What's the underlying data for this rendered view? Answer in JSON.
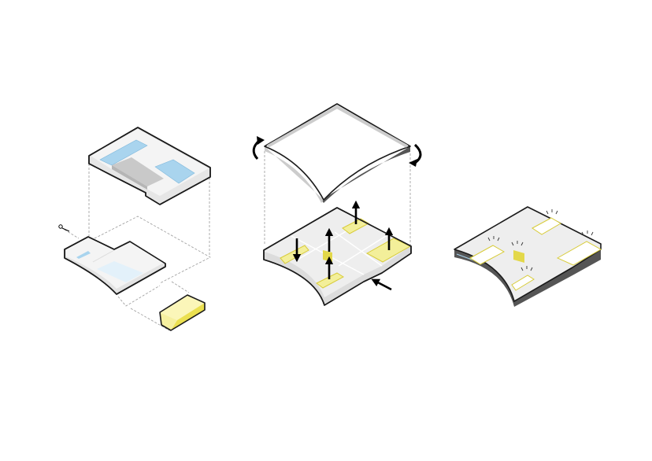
{
  "diagram": {
    "panels": [
      "exploded-trays",
      "canopy-lift",
      "assembled-slab"
    ],
    "colors": {
      "surface": "#efefef",
      "side": "#d9d9d9",
      "dark_side": "#555555",
      "water": "#a9d4ee",
      "water_light": "#e3f1fa",
      "yellow": "#f3ef9a",
      "yellow_dark": "#e3d84a",
      "slab_gray": "#c9c9c9"
    },
    "icons": [
      "scissors-icon",
      "rotate-left-icon",
      "rotate-right-icon",
      "arrow-up-icon",
      "arrow-down-icon",
      "arrow-diagonal-icon",
      "sparkle-icon"
    ]
  }
}
